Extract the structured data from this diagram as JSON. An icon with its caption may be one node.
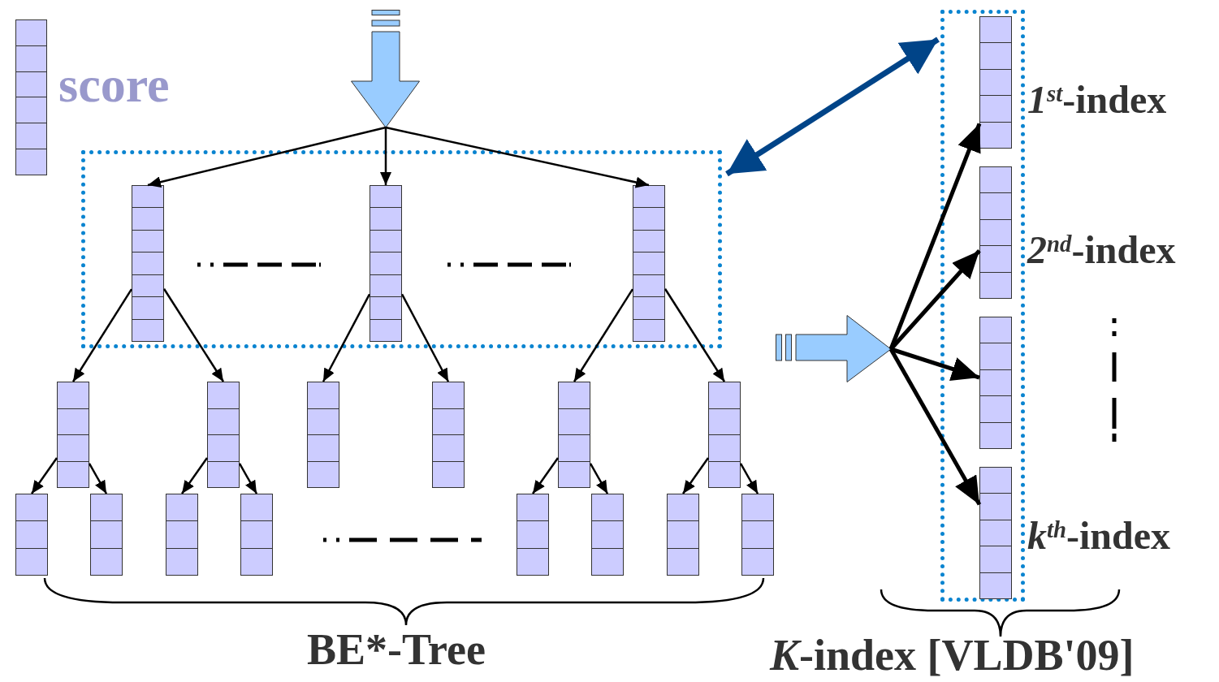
{
  "diagram": {
    "nodes": [
      {
        "text": [],
        "shape": "bar",
        "beside": [
          "score"
        ]
      },
      {
        "text": [],
        "shape": "arrow"
      },
      {
        "text": [],
        "shape": "box"
      },
      {
        "text": [],
        "shape": "bar",
        "in": 2
      },
      {
        "text": [],
        "shape": "bar",
        "in": 2
      },
      {
        "text": [],
        "shape": "bar",
        "in": 2
      },
      {
        "text": [],
        "shape": "bar"
      },
      {
        "text": [],
        "shape": "bar"
      },
      {
        "text": [],
        "shape": "bar"
      },
      {
        "text": [],
        "shape": "bar"
      },
      {
        "text": [],
        "shape": "bar"
      },
      {
        "text": [],
        "shape": "bar"
      },
      {
        "text": [],
        "shape": "bar"
      },
      {
        "text": [],
        "shape": "bar"
      },
      {
        "text": [],
        "shape": "bar"
      },
      {
        "text": [],
        "shape": "bar"
      },
      {
        "text": [],
        "shape": "bar"
      },
      {
        "text": [],
        "shape": "bar"
      },
      {
        "text": [],
        "shape": "bar"
      },
      {
        "text": [],
        "shape": "bar"
      },
      {
        "text": [],
        "shape": "box"
      },
      {
        "text": [],
        "shape": "bar",
        "in": 20,
        "beside": [
          "*1*$^{st}$-index"
        ]
      },
      {
        "text": [],
        "shape": "bar",
        "in": 20,
        "beside": [
          "*2*$^{nd}$-index"
        ]
      },
      {
        "text": [],
        "shape": "bar",
        "in": 20
      },
      {
        "text": [],
        "shape": "bar",
        "in": 20,
        "beside": [
          "*k*$^{th}$-index"
        ]
      },
      {
        "text": [],
        "shape": "arrow"
      }
    ],
    "edges": [
      {
        "from": 1,
        "to": 3,
        "arrow": "to"
      },
      {
        "from": 1,
        "to": 4,
        "arrow": "to"
      },
      {
        "from": 1,
        "to": 5,
        "arrow": "to"
      },
      {
        "from": 3,
        "to": 6,
        "arrow": "to"
      },
      {
        "from": 3,
        "to": 7,
        "arrow": "to"
      },
      {
        "from": 4,
        "to": 8,
        "arrow": "to"
      },
      {
        "from": 4,
        "to": 9,
        "arrow": "to"
      },
      {
        "from": 5,
        "to": 10,
        "arrow": "to"
      },
      {
        "from": 5,
        "to": 11,
        "arrow": "to"
      },
      {
        "from": 6,
        "to": 12,
        "arrow": "to"
      },
      {
        "from": 6,
        "to": 13,
        "arrow": "to"
      },
      {
        "from": 7,
        "to": 14,
        "arrow": "to"
      },
      {
        "from": 7,
        "to": 15,
        "arrow": "to"
      },
      {
        "from": 10,
        "to": 16,
        "arrow": "to"
      },
      {
        "from": 10,
        "to": 17,
        "arrow": "to"
      },
      {
        "from": 11,
        "to": 18,
        "arrow": "to"
      },
      {
        "from": 11,
        "to": 19,
        "arrow": "to"
      },
      {
        "from": 2,
        "to": 20,
        "arrow": "both",
        "style": "thick",
        "color": "#004488"
      },
      {
        "from": 25,
        "to": 21,
        "arrow": "to",
        "style": "thick"
      },
      {
        "from": 25,
        "to": 22,
        "arrow": "to",
        "style": "thick"
      },
      {
        "from": 25,
        "to": 23,
        "arrow": "to",
        "style": "thick"
      },
      {
        "from": 25,
        "to": 24,
        "arrow": "to",
        "style": "thick"
      }
    ],
    "labels": [
      "BE*-Tree",
      "*K*-index [VLDB'09]"
    ]
  }
}
